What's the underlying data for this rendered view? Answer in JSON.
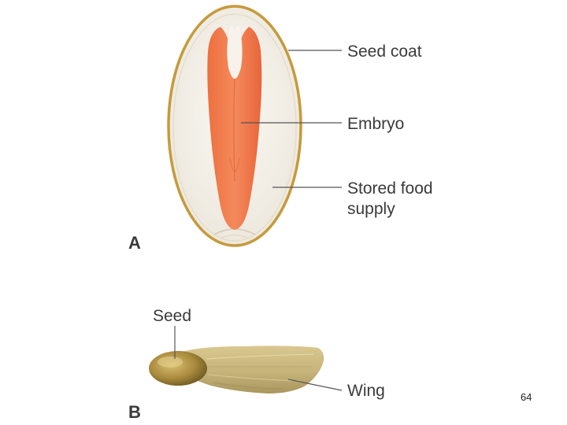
{
  "panel_a": {
    "letter": "A",
    "labels": {
      "seed_coat": "Seed coat",
      "embryo": "Embryo",
      "stored_food": "Stored food supply"
    }
  },
  "panel_b": {
    "letter": "B",
    "labels": {
      "seed": "Seed",
      "wing": "Wing"
    }
  },
  "page_number": "64",
  "colors": {
    "seed_coat_outline": "#c69a3c",
    "seed_interior": "#f4f1ea",
    "embryo": "#f07a4c",
    "embryo_shade": "#e0602f",
    "leader_line": "#555555",
    "wing": "#c8b77e",
    "wing_shade": "#9c8a52",
    "seed_b": "#a88a3e"
  }
}
